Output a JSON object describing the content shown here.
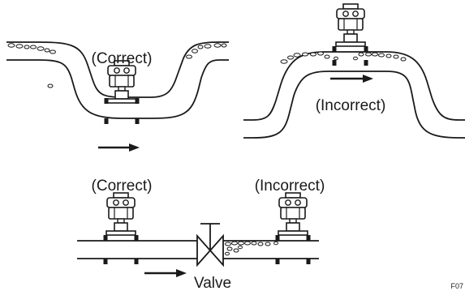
{
  "labels": {
    "top_left": "(Correct)",
    "top_right": "(Incorrect)",
    "bottom_left": "(Correct)",
    "bottom_right": "(Incorrect)",
    "valve": "Valve",
    "figure_code": "F07"
  },
  "icons": {
    "transmitter": "flowmeter-transmitter-icon",
    "flow_arrow": "flow-direction-arrow-icon",
    "valve": "gate-valve-icon"
  },
  "colors": {
    "line": "#1a1a1a",
    "background": "#ffffff"
  }
}
